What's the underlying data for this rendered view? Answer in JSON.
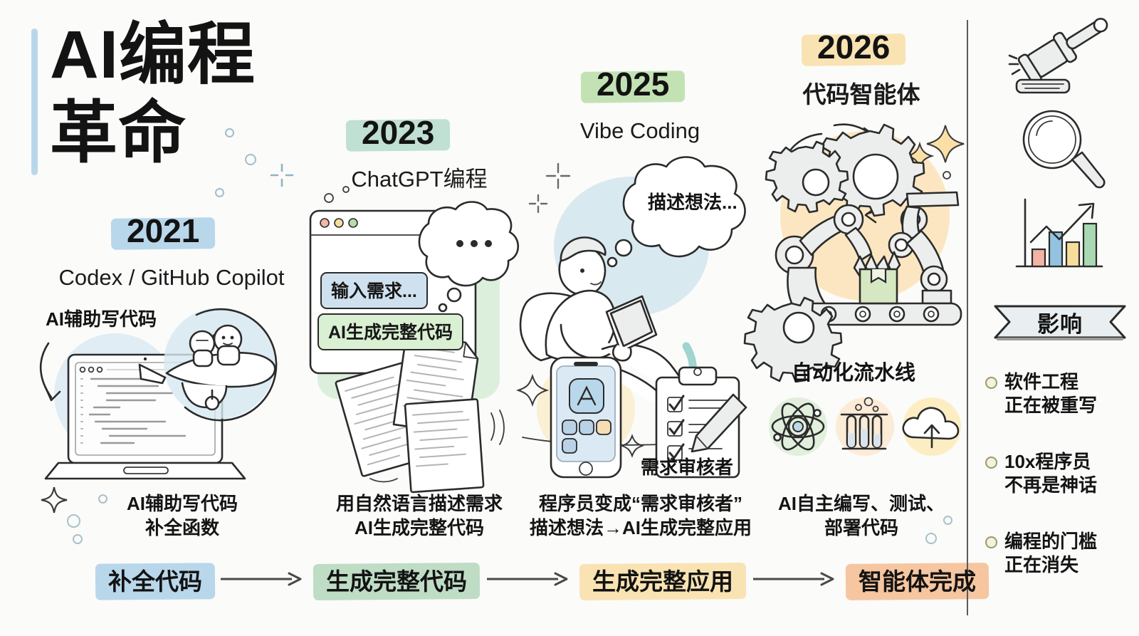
{
  "title": {
    "line1": "AI编程",
    "line2": "革命"
  },
  "columns": [
    {
      "year": "2021",
      "subtitle": "Codex / GitHub Copilot",
      "illustration_label": "AI辅助写代码",
      "caption_line1": "AI辅助写代码",
      "caption_line2": "补全函数",
      "chip_color": "#b9d7ea"
    },
    {
      "year": "2023",
      "subtitle": "ChatGPT编程",
      "bubble_input": "输入需求...",
      "bubble_output": "AI生成完整代码",
      "caption_line1": "用自然语言描述需求",
      "caption_line2": "AI生成完整代码",
      "chip_color": "#bfe0d3"
    },
    {
      "year": "2025",
      "subtitle": "Vibe Coding",
      "thought_bubble": "描述想法...",
      "illustration_label": "需求审核者",
      "caption_line1": "程序员变成“需求审核者”",
      "caption_line2": "描述想法→AI生成完整应用",
      "chip_color": "#c3e2b4"
    },
    {
      "year": "2026",
      "subtitle": "代码智能体",
      "illustration_label": "自动化流水线",
      "caption_line1": "AI自主编写、测试、",
      "caption_line2": "部署代码",
      "chip_color": "#f9e3b2"
    }
  ],
  "flow": {
    "steps": [
      {
        "label": "补全代码",
        "color": "#b9d7ea"
      },
      {
        "label": "生成完整代码",
        "color": "#bfdcc5"
      },
      {
        "label": "生成完整应用",
        "color": "#f9e3b2"
      },
      {
        "label": "智能体完成",
        "color": "#f6c6a0"
      }
    ]
  },
  "right_rail": {
    "icons": [
      "gavel-icon",
      "magnifier-icon",
      "bar-chart-growth-icon"
    ],
    "banner_label": "影响",
    "impacts": [
      {
        "line1": "软件工程",
        "line2": "正在被重写"
      },
      {
        "line1": "10x程序员",
        "line2": "不再是神话"
      },
      {
        "line1": "编程的门槛",
        "line2": "正在消失"
      }
    ]
  },
  "bottom_icons_2026": [
    "atom-icon",
    "test-tubes-icon",
    "cloud-upload-icon"
  ]
}
